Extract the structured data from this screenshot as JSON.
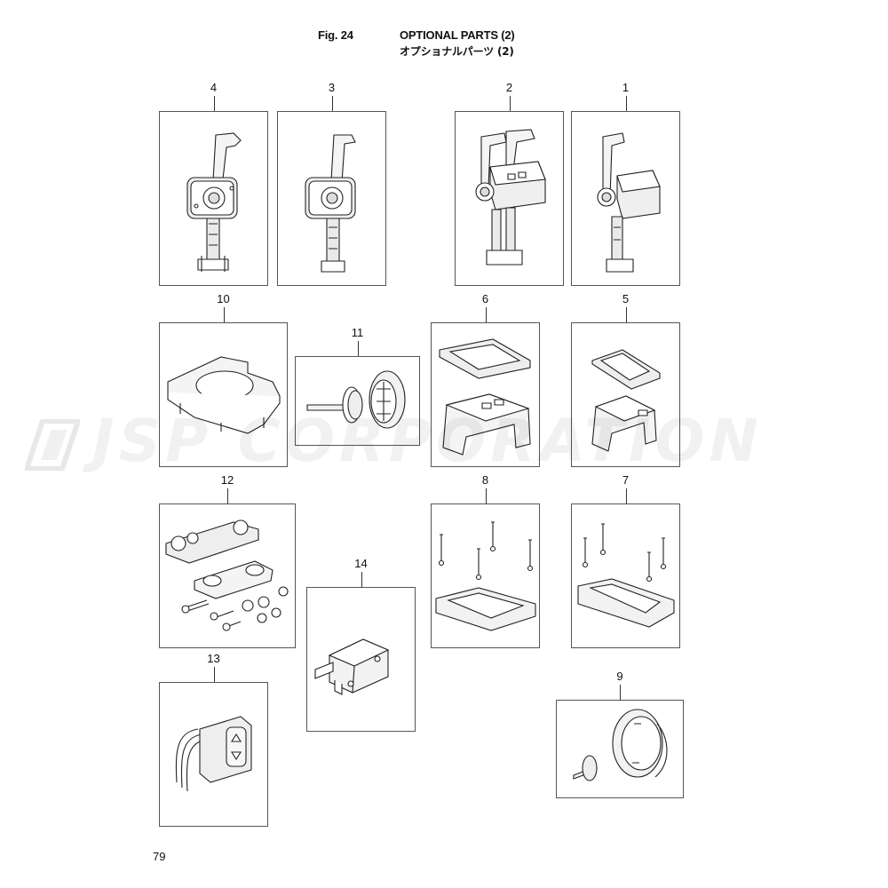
{
  "header": {
    "fig_number": "Fig. 24",
    "title_en": "OPTIONAL PARTS (2)",
    "title_jp": "オプショナルパーツ (2)"
  },
  "watermark": {
    "text": "JSP CORPORATION",
    "icon": "jsp-logo-icon"
  },
  "page_number": "79",
  "parts": [
    {
      "id": "1",
      "icon": "single-lever-remote-control-with-box-icon"
    },
    {
      "id": "2",
      "icon": "dual-lever-remote-control-icon"
    },
    {
      "id": "3",
      "icon": "single-lever-remote-control-icon"
    },
    {
      "id": "4",
      "icon": "single-lever-remote-control-icon"
    },
    {
      "id": "5",
      "icon": "single-cover-and-gasket-icon"
    },
    {
      "id": "6",
      "icon": "dual-cover-and-gasket-icon"
    },
    {
      "id": "7",
      "icon": "mounting-frame-and-bolts-icon"
    },
    {
      "id": "8",
      "icon": "mounting-frame-and-bolts-icon"
    },
    {
      "id": "9",
      "icon": "ring-and-knob-icon"
    },
    {
      "id": "10",
      "icon": "mounting-plate-icon"
    },
    {
      "id": "11",
      "icon": "shaft-and-ring-icon"
    },
    {
      "id": "12",
      "icon": "bracket-and-hardware-kit-icon"
    },
    {
      "id": "13",
      "icon": "trim-switch-icon"
    },
    {
      "id": "14",
      "icon": "micro-switch-icon"
    }
  ]
}
